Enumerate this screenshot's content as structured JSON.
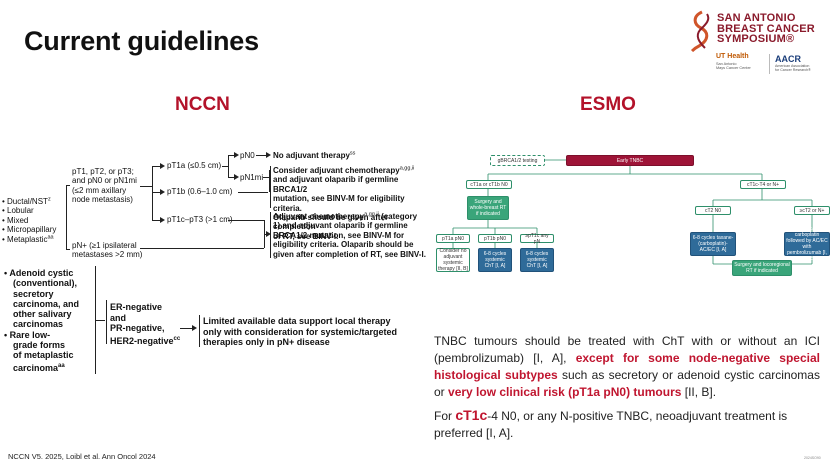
{
  "slide": {
    "title": "Current guidelines",
    "nccn_heading": "NCCN",
    "esmo_heading": "ESMO",
    "footnote": "NCCN V5. 2025, Loibl et al. Ann Oncol 2024",
    "slide_id": "2024SO90",
    "accent_color": "#b3122a"
  },
  "logos": {
    "sabcs_line1": "SAN ANTONIO",
    "sabcs_line2": "BREAST CANCER",
    "sabcs_line3": "SYMPOSIUM®",
    "ut_name": "UT Health",
    "ut_sub1": "San Antonio",
    "ut_sub2": "Mays Cancer Center",
    "aacr_name": "AACR",
    "aacr_sub1": "American Association",
    "aacr_sub2": "for Cancer Research®"
  },
  "nccn": {
    "histologies": [
      "Ductal/NST",
      "Lobular",
      "Mixed",
      "Micropapillary",
      "Metaplastic"
    ],
    "histology_sups": [
      "z",
      "",
      "",
      "",
      "aa"
    ],
    "node_neg_group": [
      "pT1, pT2, or pT3;",
      "and pN0 or pN1mi",
      "(≤2 mm axillary",
      "node metastasis)"
    ],
    "node_pos_group": [
      "pN+ (≥1 ipsilateral",
      "metastases >2 mm)"
    ],
    "pt1a": "pT1a (≤0.5 cm)",
    "pt1b": "pT1b (0.6–1.0 cm)",
    "pt1c": "pT1c–pT3 (>1 cm)",
    "pn0": "pN0",
    "pn1mi": "pN1mi",
    "no_adjuvant": "No adjuvant therapy",
    "no_adjuvant_sup": "ss",
    "consider_lines": [
      "Consider adjuvant chemotherapy",
      "and adjuvant olaparib if germline BRCA1/2",
      "mutation, see BINV-M for eligibility criteria.",
      "Olaparib should be given after completion",
      "of RT, see BINV-I."
    ],
    "consider_sup": "a,gg,ii",
    "adjuvant_lines": [
      "Adjuvant chemotherapy",
      "1) and adjuvant olaparib if germline",
      "BRCA1/2 mutation, see BINV-M for",
      "eligibility criteria. Olaparib should be",
      "given after completion of RT, see BINV-I."
    ],
    "adjuvant_sup": "a,gg,ii",
    "adjuvant_cat": "(category",
    "rare_types": [
      "Adenoid cystic",
      "(conventional),",
      "secretory",
      "carcinoma, and",
      "other salivary",
      "carcinomas",
      "Rare low-",
      "grade forms",
      "of metaplastic",
      "carcinoma"
    ],
    "rare_sup": "aa",
    "receptor_lines": [
      "ER-negative",
      "and",
      "PR-negative,",
      "HER2-negative"
    ],
    "receptor_sup": "cc",
    "limited_lines": [
      "Limited available data support local therapy",
      "only with consideration for systemic/targeted",
      "therapies only in pN+ disease"
    ]
  },
  "esmo_flow": {
    "gbrca": "gBRCA1/2 testing",
    "early": "Early TNBC",
    "left_branch": "cT1a or cT1b N0",
    "right_branch": "cT1c-T4 or N+",
    "surgery": "Surgery and whole-breast RT if indicated",
    "pt1a": "pT1a pN0",
    "pt1b": "pT1b pN0",
    "pt1c": "≥pT1c any pN",
    "consider_no": "Consider no adjuvant systemic therapy [II, B]",
    "cycles_1": "6-8 cycles systemic ChT [I, A]",
    "cycles_2": "6-8 cycles systemic ChT [I, A]",
    "ct2n0": "cT2 N0",
    "ct2plus": "≥cT2 or N+",
    "taxane_1": "6-8 cycles taxane-(carboplatin)-AC/EC [I, A]",
    "taxane_2": "6-8 cycles taxane-carboplatin followed by AC/EC with pembrolizumab [I, A; MCBS 4]",
    "surgery_final": "Surgery and locoregional RT if indicated"
  },
  "esmo_text": {
    "p1_a": "TNBC tumours should be treated with ChT with or without an ICI (pembrolizumab) [I, A], ",
    "p1_hl1": "except for some node-negative special histological subtypes",
    "p1_b": " such as secretory or adenoid cystic carcinomas or ",
    "p1_hl2": "very low clinical risk (pT1a pN0) tumours",
    "p1_c": " [II, B].",
    "p2_a": "For ",
    "p2_hl": "cT1c",
    "p2_b": "-4 N0, or any N-positive TNBC, neoadjuvant treatment is preferred [I, A]."
  }
}
